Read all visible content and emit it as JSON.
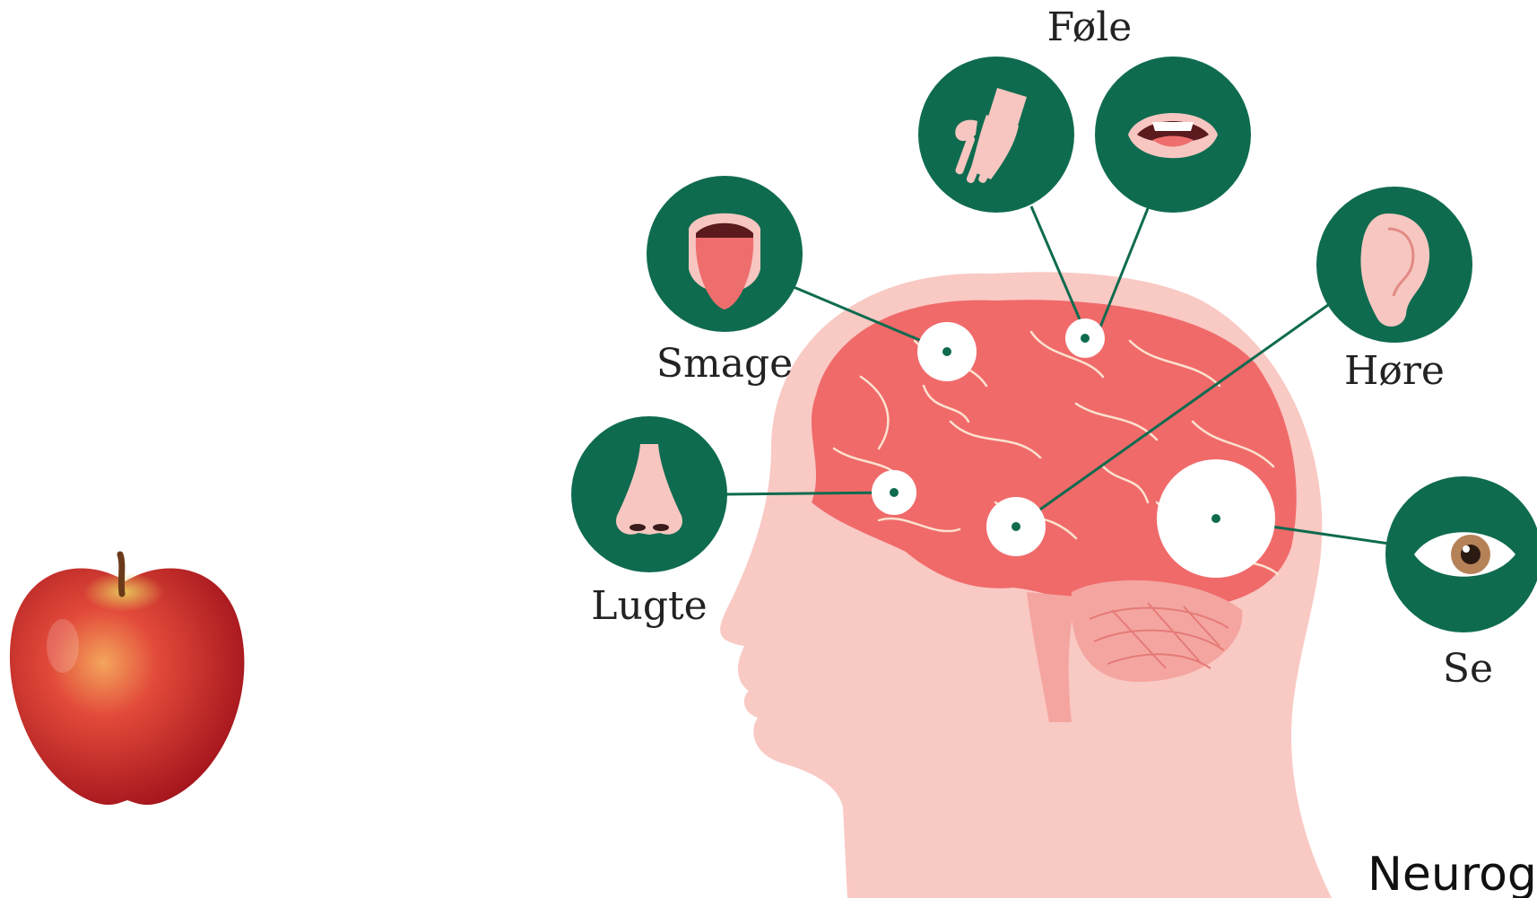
{
  "senses": {
    "fole": {
      "label": "Føle",
      "icons": [
        "hand-icon",
        "mouth-icon"
      ]
    },
    "smage": {
      "label": "Smage",
      "icon": "tongue-icon"
    },
    "hore": {
      "label": "Høre",
      "icon": "ear-icon"
    },
    "lugte": {
      "label": "Lugte",
      "icon": "nose-icon"
    },
    "se": {
      "label": "Se",
      "icon": "eye-icon"
    }
  },
  "caption": "Neurog",
  "colors": {
    "icon_circle": "#0f6b4f",
    "connector": "#0f6b4f",
    "head": "#f9c9c4",
    "brain": "#f06a6a",
    "brain_veins": "#fde2cf",
    "apple_red": "#d9322b",
    "apple_yellow": "#e6b54a"
  }
}
